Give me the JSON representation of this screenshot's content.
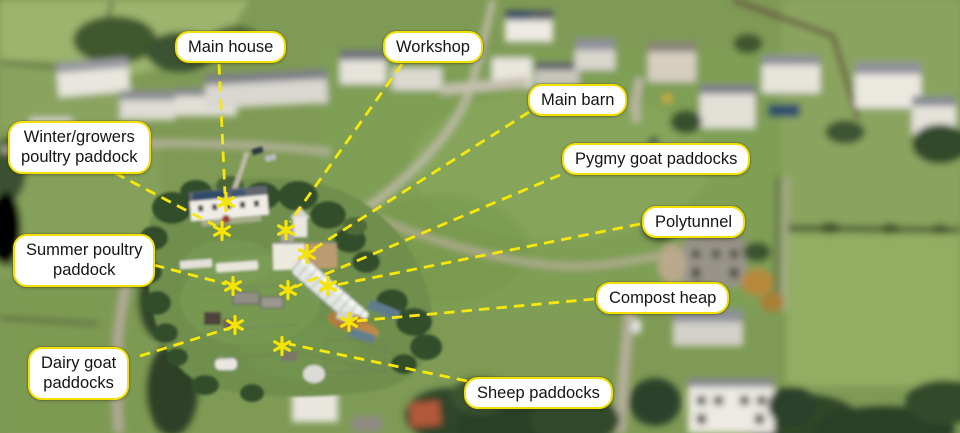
{
  "annotations": {
    "style": {
      "accent_yellow": "#F6E604",
      "label_background": "#FFFFFF",
      "label_text_color": "#141414",
      "leader_line_style": "dashed",
      "marker_icon": {
        "name": "asterisk-marker",
        "glyph": "✱"
      }
    },
    "labels": [
      {
        "id": "main-house",
        "text": "Main house"
      },
      {
        "id": "workshop",
        "text": "Workshop"
      },
      {
        "id": "main-barn",
        "text": "Main barn"
      },
      {
        "id": "winter-growers-poultry-paddock",
        "text": "Winter/growers\npoultry paddock"
      },
      {
        "id": "pygmy-goat-paddocks",
        "text": "Pygmy goat paddocks"
      },
      {
        "id": "polytunnel",
        "text": "Polytunnel"
      },
      {
        "id": "summer-poultry-paddock",
        "text": "Summer poultry\npaddock"
      },
      {
        "id": "compost-heap",
        "text": "Compost heap"
      },
      {
        "id": "dairy-goat-paddocks",
        "text": "Dairy goat\npaddocks"
      },
      {
        "id": "sheep-paddocks",
        "text": "Sheep paddocks"
      }
    ]
  }
}
